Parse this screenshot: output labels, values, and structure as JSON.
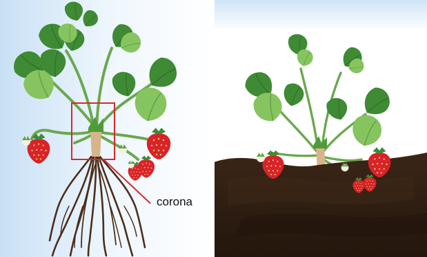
{
  "callout": {
    "label": "corona"
  },
  "colors": {
    "sky_light": "#e8f3fc",
    "sky_dark": "#c2dcf4",
    "leaf_dark": "#3f8a34",
    "leaf_light": "#7fbf58",
    "stem": "#6aa84f",
    "crown": "#d9b48a",
    "root": "#4a2e1c",
    "berry": "#d8232a",
    "soil_dark": "#2e1d12",
    "soil_mid": "#4a3020",
    "highlight_box": "#d42a2a"
  },
  "icons": {
    "left_panel": "strawberry-plant-with-roots",
    "right_panel": "strawberry-plant-in-soil"
  }
}
